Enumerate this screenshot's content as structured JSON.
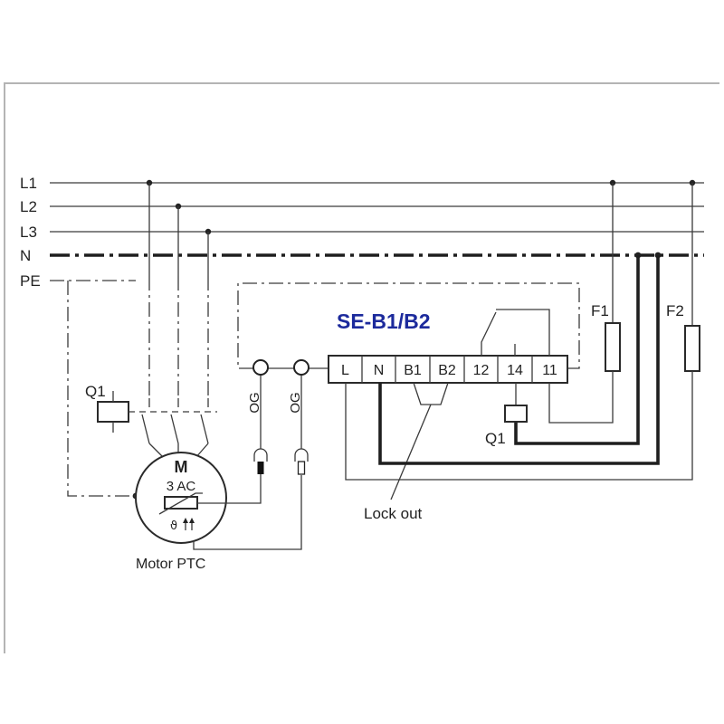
{
  "supply_lines": {
    "l1": "L1",
    "l2": "L2",
    "l3": "L3",
    "n": "N",
    "pe": "PE"
  },
  "device": {
    "title": "SE-B1/B2",
    "terminals": [
      "L",
      "N",
      "B1",
      "B2",
      "12",
      "14",
      "11"
    ]
  },
  "fuses": {
    "f1": "F1",
    "f2": "F2"
  },
  "contactor": {
    "coil_label": "Q1",
    "relay_coil_label": "Q1"
  },
  "sensor_inputs": {
    "og_1": "OG",
    "og_2": "OG"
  },
  "motor": {
    "symbol": "M",
    "type": "3 AC",
    "ptc_symbol": "ϑ",
    "caption": "Motor PTC"
  },
  "annotations": {
    "lock_out": "Lock out"
  },
  "colors": {
    "title": "#1c2a9c",
    "wire": "#3a3a3a",
    "frame": "#b4b4b4"
  }
}
